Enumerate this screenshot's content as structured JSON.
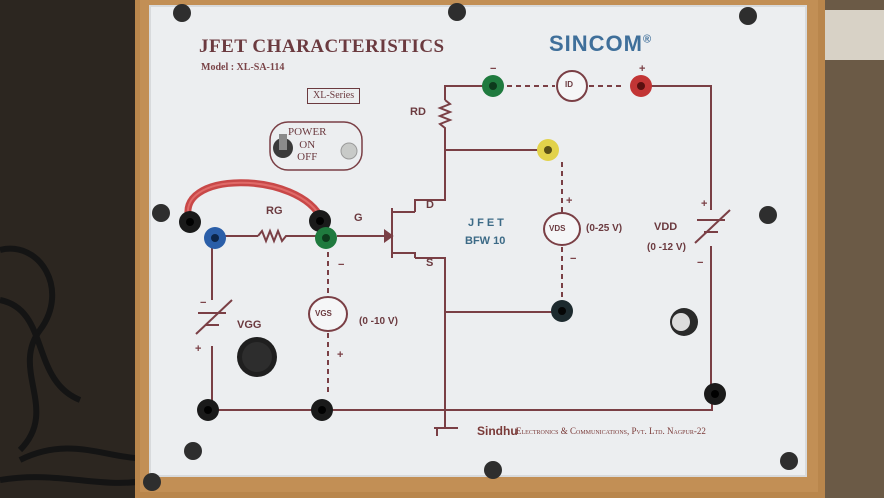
{
  "panel": {
    "title": "JFET CHARACTERISTICS",
    "model": "Model : XL-SA-114",
    "series": "XL-Series",
    "brand": "SINCOM",
    "brand_mark": "®",
    "power_label": "POWER",
    "power_on": "ON",
    "power_off": "OFF"
  },
  "circuit": {
    "rg": "RG",
    "rd": "RD",
    "gate": "G",
    "drain": "D",
    "source": "S",
    "device_line1": "JFET",
    "device_line2": "BFW 10",
    "id_meter": "ID",
    "vds_meter": "VDS",
    "vds_range": "(0-25 V)",
    "vgs_meter": "VGS",
    "vgs_range": "(0 -10 V)",
    "vgg": "VGG",
    "vdd": "VDD",
    "vdd_range": "(0 -12 V)"
  },
  "footer": {
    "brand": "Sindhu",
    "company": "Electronics & Communications, Pvt. Ltd. Nagpur-22"
  },
  "colors": {
    "panel": "#eef0f2",
    "trace": "#7a3f45",
    "frame": "#b07a3e",
    "brand_blue": "#3f6f9a"
  }
}
